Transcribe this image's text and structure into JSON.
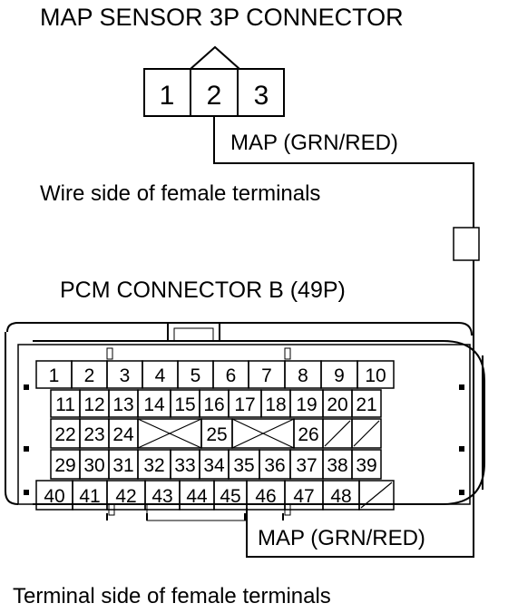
{
  "map_sensor": {
    "title": "MAP SENSOR 3P CONNECTOR",
    "pins": [
      "1",
      "2",
      "3"
    ],
    "wire_label": "MAP (GRN/RED)",
    "caption": "Wire side of female terminals"
  },
  "pcm": {
    "title": "PCM CONNECTOR B (49P)",
    "wire_label": "MAP (GRN/RED)",
    "caption": "Terminal side of female terminals",
    "rows": [
      [
        "1",
        "2",
        "3",
        "4",
        "5",
        "6",
        "7",
        "8",
        "9",
        "10"
      ],
      [
        "11",
        "12",
        "13",
        "14",
        "15",
        "16",
        "17",
        "18",
        "19",
        "20",
        "21"
      ],
      [
        "22",
        "23",
        "24",
        "",
        "25",
        "",
        "26",
        "",
        ""
      ],
      [
        "29",
        "30",
        "31",
        "32",
        "33",
        "34",
        "35",
        "36",
        "37",
        "38",
        "39"
      ],
      [
        "40",
        "41",
        "42",
        "43",
        "44",
        "45",
        "46",
        "47",
        "48",
        ""
      ]
    ]
  }
}
